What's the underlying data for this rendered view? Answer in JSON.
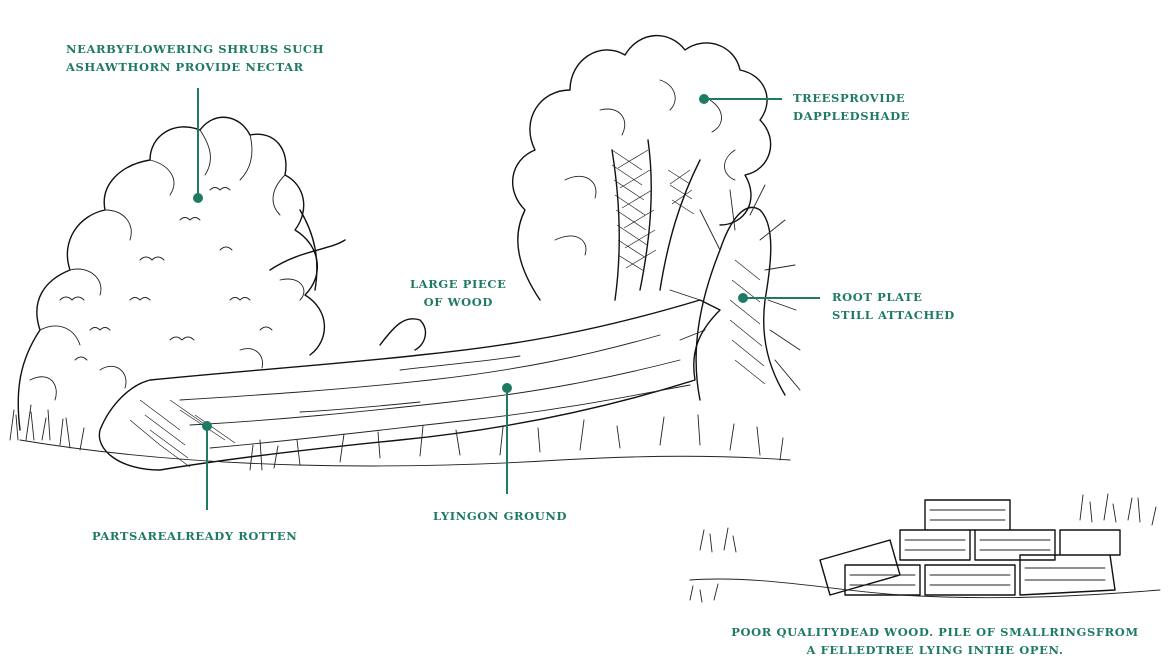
{
  "labels": {
    "shrubs": [
      "NEARBYFLOWERING SHRUBS SUCH",
      "ASHAWTHORN PROVIDE NECTAR"
    ],
    "trees": [
      "TREESPROVIDE",
      "DAPPLEDSHADE"
    ],
    "wood": [
      "LARGE PIECE",
      "OF WOOD"
    ],
    "root": [
      "ROOT PLATE",
      "STILL ATTACHED"
    ],
    "rotten": [
      "PARTSAREALREADY ROTTEN"
    ],
    "ground": [
      "LYINGON GROUND"
    ],
    "pile": [
      "POOR QUALITYDEAD WOOD. PILE OF SMALLRINGSFROM",
      "A FELLEDTREE LYING INTHE OPEN."
    ]
  },
  "colors": {
    "accent": "#1f7a64",
    "ink": "#111111"
  }
}
